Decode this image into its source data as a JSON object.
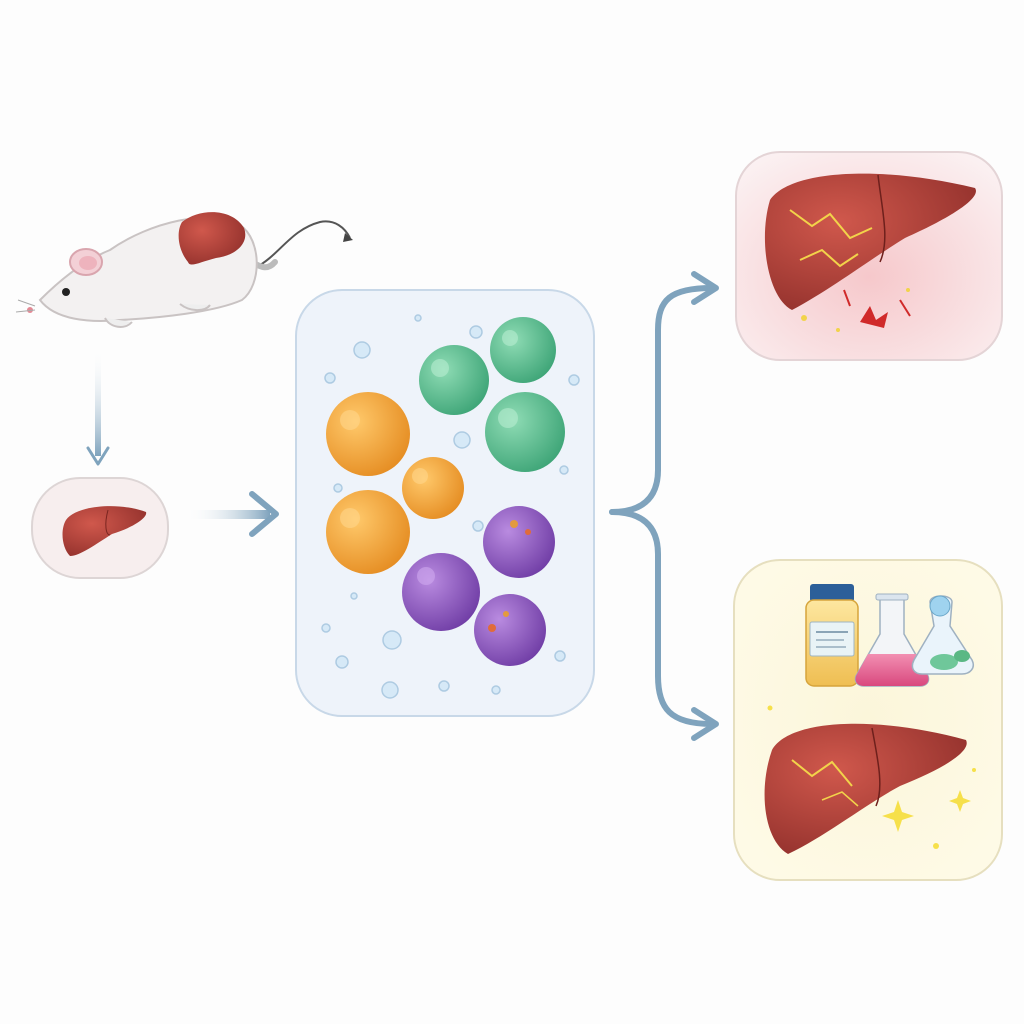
{
  "diagram": {
    "nodes": [
      {
        "id": "mouse",
        "depicts": "mouse-with-liver-icon"
      },
      {
        "id": "liver-sample",
        "depicts": "liver-icon"
      },
      {
        "id": "organoid-culture",
        "depicts": "organoid-cluster-icons"
      },
      {
        "id": "damaged-liver",
        "depicts": "injured-liver-icon"
      },
      {
        "id": "drug-treatment",
        "depicts": "drug-bottle-and-flask-icons"
      },
      {
        "id": "treated-liver",
        "depicts": "recovering-liver-icon"
      }
    ],
    "edges": [
      {
        "from": "mouse",
        "to": "liver-sample"
      },
      {
        "from": "liver-sample",
        "to": "organoid-culture"
      },
      {
        "from": "organoid-culture",
        "to": "damaged-liver"
      },
      {
        "from": "organoid-culture",
        "to": "treated-liver"
      }
    ],
    "colors": {
      "arrow": "#7fa3bd",
      "culture_bg": "#eef3fa",
      "organoid_orange": "#f0a23a",
      "organoid_green": "#5fbf95",
      "organoid_purple": "#8e5cc0",
      "liver": "#b4403a",
      "injury_panel_bg": "#fbe9ea",
      "treatment_panel_bg": "#fbf6da"
    }
  }
}
